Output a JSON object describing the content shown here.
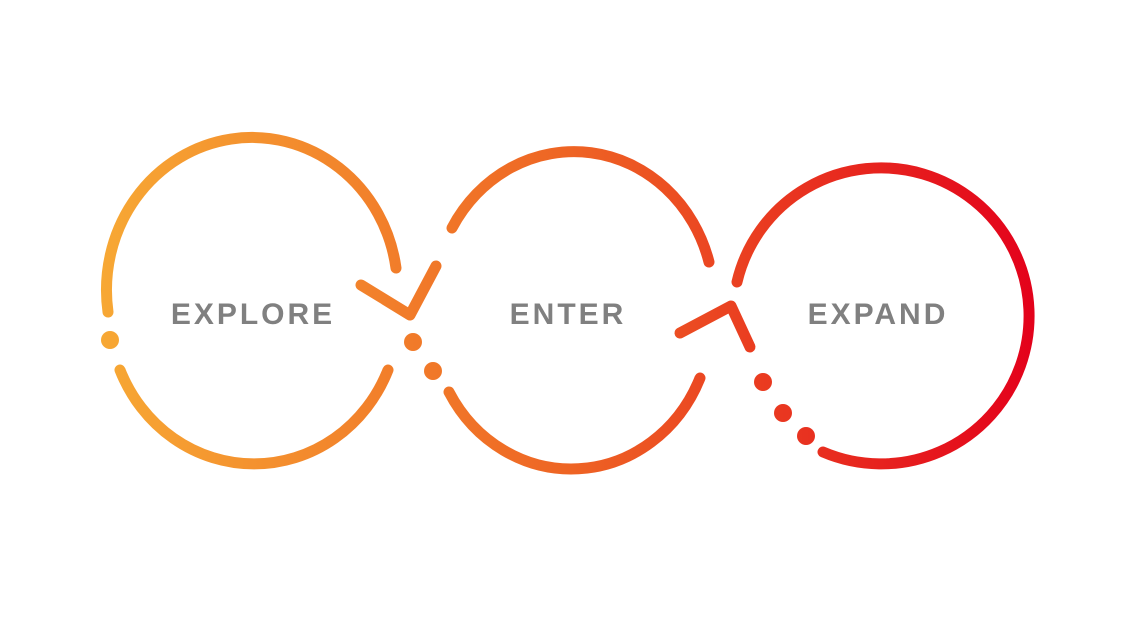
{
  "diagram": {
    "stages": [
      {
        "id": "explore",
        "label": "EXPLORE"
      },
      {
        "id": "enter",
        "label": "ENTER"
      },
      {
        "id": "expand",
        "label": "EXPAND"
      }
    ]
  },
  "colors": {
    "gradient_start": "#f7a834",
    "gradient_mid": "#ee6424",
    "gradient_end": "#e3001b",
    "label": "#808080",
    "background": "#ffffff"
  }
}
